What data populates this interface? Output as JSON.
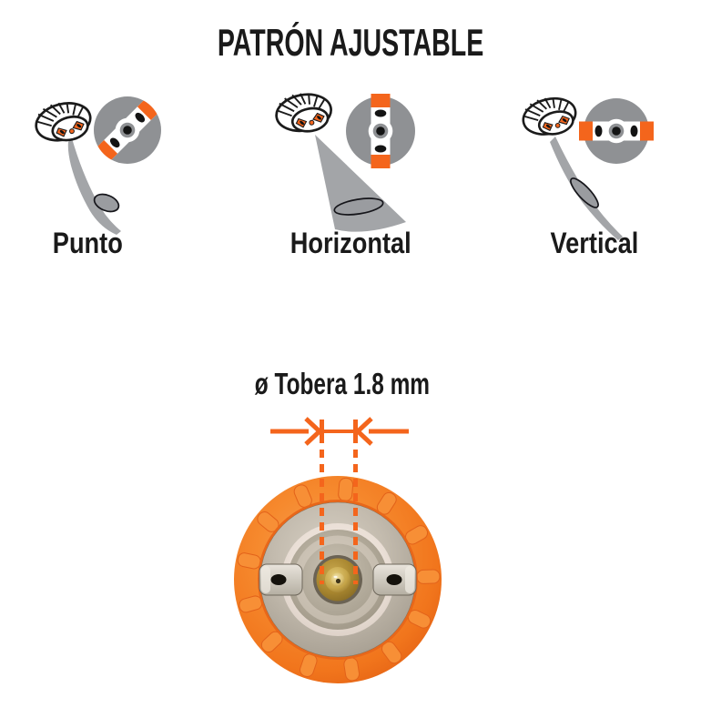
{
  "title": "PATRÓN AJUSTABLE",
  "patterns": [
    {
      "label": "Punto"
    },
    {
      "label": "Horizontal"
    },
    {
      "label": "Vertical"
    }
  ],
  "nozzle": {
    "label": "ø Tobera 1.8 mm"
  },
  "icons": {
    "spray_cap": "spray-cap-icon",
    "pattern_face": "air-cap-face-icon",
    "spray_cone": "spray-cone-icon",
    "dimension_arrows": "dimension-arrows-icon",
    "nozzle_photo": "nozzle-front-photo"
  },
  "colors": {
    "accent_orange": "#F4651C",
    "photo_orange": "#F5811F",
    "pattern_grey": "#8F9194",
    "spray_grey": "#A3A5A8",
    "text_black": "#1A1A1A"
  }
}
